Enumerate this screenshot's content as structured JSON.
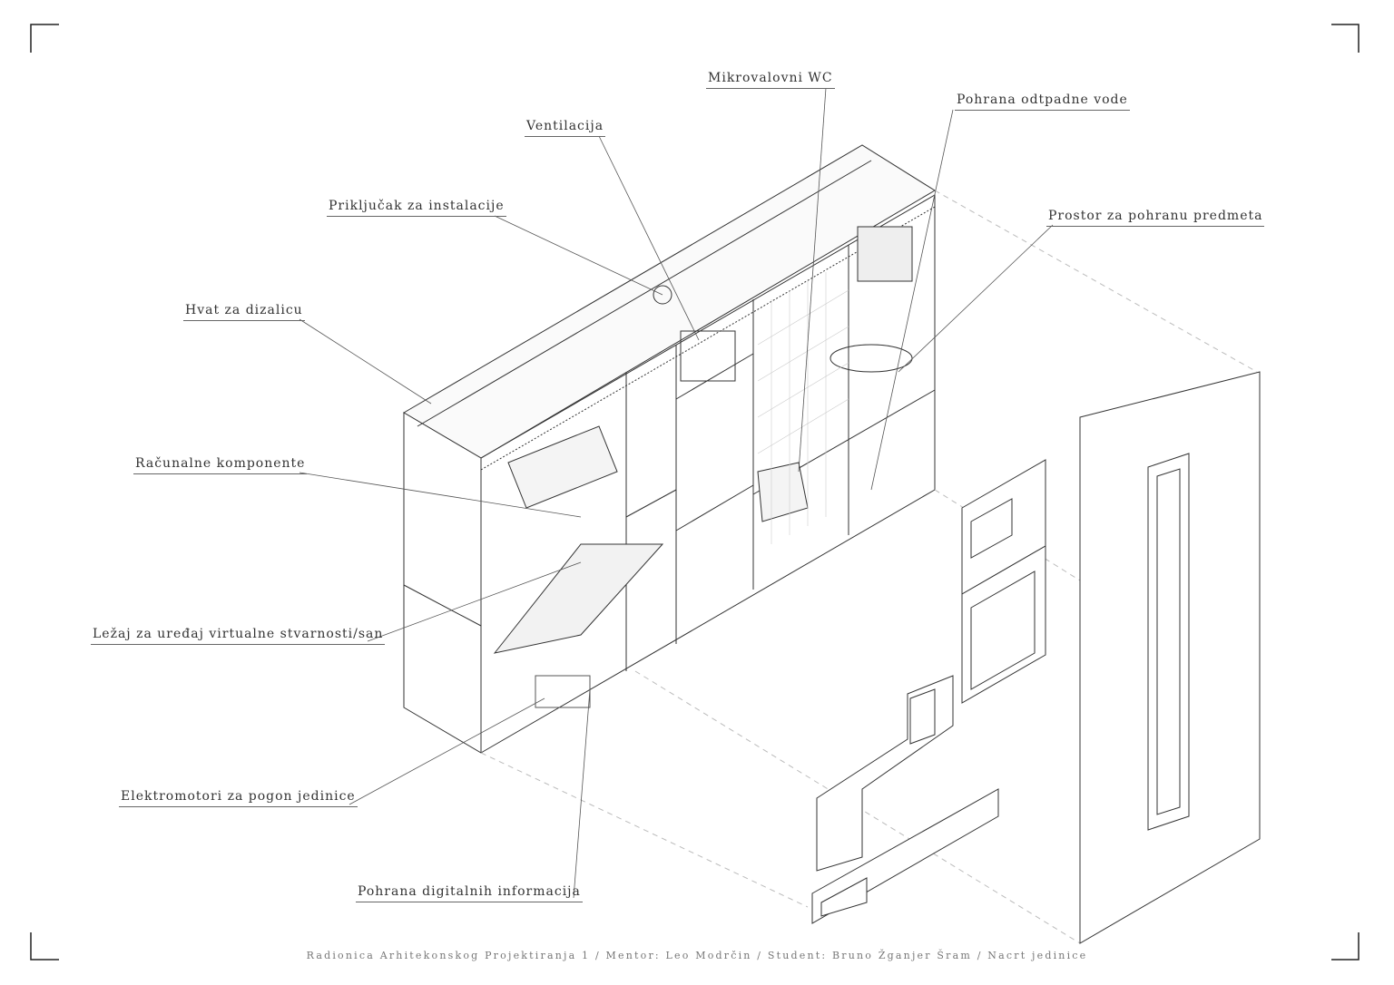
{
  "labels": {
    "mikrovalovni_wc": "Mikrovalovni WC",
    "pohrana_vode": "Pohrana odtpadne vode",
    "ventilacija": "Ventilacija",
    "prikljucak": "Priključak za instalacije",
    "prostor_pohrana": "Prostor za pohranu predmeta",
    "hvat": "Hvat za dizalicu",
    "racunalne": "Računalne komponente",
    "lezaj": "Ležaj za uređaj virtualne stvarnosti/san",
    "elektromotori": "Elektromotori za pogon jedinice",
    "pohrana_digitalnih": "Pohrana digitalnih informacija"
  },
  "footer": "Radionica Arhitekonskog Projektiranja 1  /  Mentor: Leo Modrčin  / Student: Bruno Žganjer Šram / Nacrt jedinice"
}
